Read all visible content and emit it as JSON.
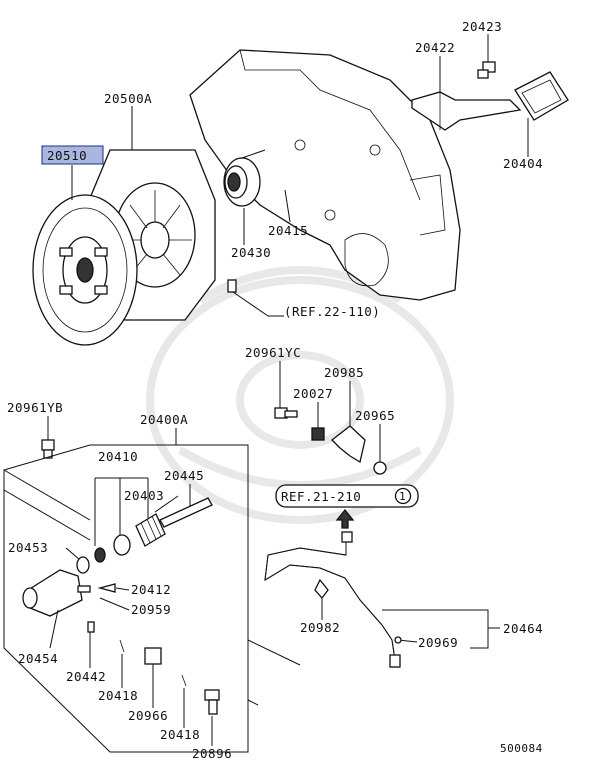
{
  "diagram_code": "500084",
  "highlighted_part": "20510",
  "callouts": {
    "p20423": "20423",
    "p20422": "20422",
    "p20404": "20404",
    "p20500A": "20500A",
    "p20510": "20510",
    "p20415": "20415",
    "p20430": "20430",
    "ref22": "(REF.22-110)",
    "p20961YC": "20961YC",
    "p20985": "20985",
    "p20027": "20027",
    "p20965": "20965",
    "p20961YB": "20961YB",
    "p20400A": "20400A",
    "p20410": "20410",
    "p20445": "20445",
    "p20403": "20403",
    "ref21": "REF.21-210",
    "ref21_circle": "1",
    "p20453": "20453",
    "p20412": "20412",
    "p20959": "20959",
    "p20454": "20454",
    "p20442": "20442",
    "p20418a": "20418",
    "p20966": "20966",
    "p20418b": "20418",
    "p20896": "20896",
    "p20982": "20982",
    "p20969": "20969",
    "p20464": "20464"
  }
}
